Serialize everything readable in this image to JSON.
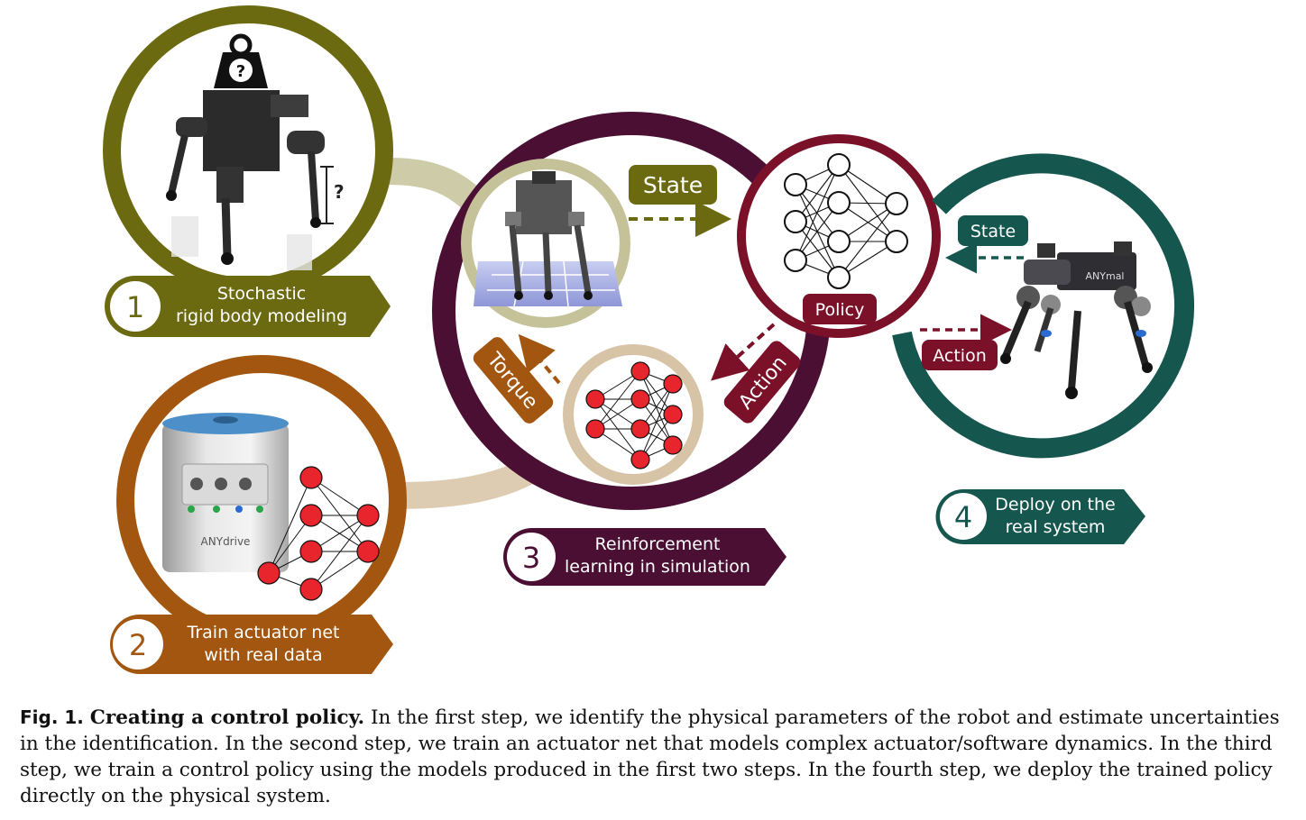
{
  "colors": {
    "olive": "#6b6a10",
    "brown": "#a2560f",
    "plum": "#4a0f33",
    "maroon": "#7a1128",
    "teal": "#15564f",
    "tan": "#d7c3a5",
    "olive_light": "#c5c29a",
    "neuron_red": "#e8242c"
  },
  "steps": [
    {
      "number": "1",
      "line1": "Stochastic",
      "line2": "rigid body modeling"
    },
    {
      "number": "2",
      "line1": "Train actuator net",
      "line2": "with real data"
    },
    {
      "number": "3",
      "line1": "Reinforcement",
      "line2": "learning in simulation"
    },
    {
      "number": "4",
      "line1": "Deploy on the",
      "line2": "real system"
    }
  ],
  "labels": {
    "state_sim": "State",
    "policy": "Policy",
    "action_sim": "Action",
    "torque": "Torque",
    "state_real": "State",
    "action_real": "Action",
    "weight_mark": "?",
    "leg_mark": "?",
    "anydrive_logo": "ANYdrive",
    "anymal_logo": "ANYmal"
  },
  "caption": {
    "fig_label": "Fig. 1.",
    "title": "Creating a control policy.",
    "body": "In the first step, we identify the physical parameters of the robot and estimate uncertainties in the identification. In the second step, we train an actuator net that models complex actuator/software dynamics. In the third step, we train a control policy using the models produced in the first two steps. In the fourth step, we deploy the trained policy directly on the physical system."
  }
}
